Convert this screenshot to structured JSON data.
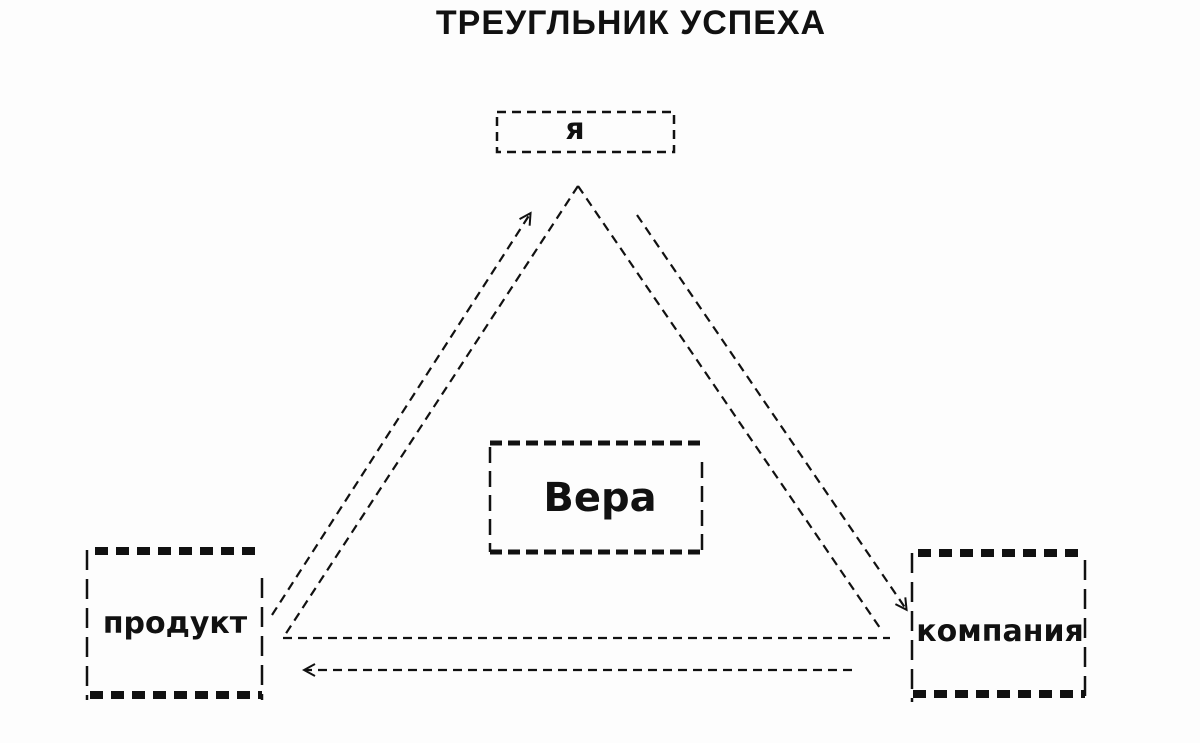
{
  "title": "ТРЕУГЛЬНИК УСПЕХА",
  "nodes": {
    "top": "я",
    "center": "Вера",
    "left": "продукт",
    "right": "компания"
  },
  "colors": {
    "ink": "#111111",
    "background": "#fdfdfd"
  }
}
